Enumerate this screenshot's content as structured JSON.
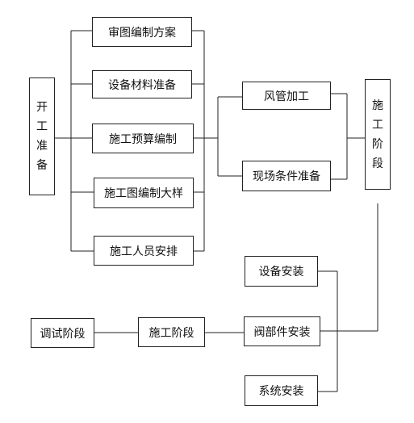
{
  "start": {
    "chars": [
      "开",
      "工",
      "准",
      "备"
    ]
  },
  "prep": {
    "items": [
      "审图编制方案",
      "设备材料准备",
      "施工预算编制",
      "施工图编制大样",
      "施工人员安排"
    ]
  },
  "mid": {
    "items": [
      "风管加工",
      "现场条件准备"
    ]
  },
  "stage": {
    "chars": [
      "施",
      "工",
      "阶",
      "段"
    ]
  },
  "install": {
    "items": [
      "设备安装",
      "阀部件安装",
      "系统安装"
    ]
  },
  "bottom": {
    "construction": "施工阶段",
    "debug": "调试阶段"
  }
}
